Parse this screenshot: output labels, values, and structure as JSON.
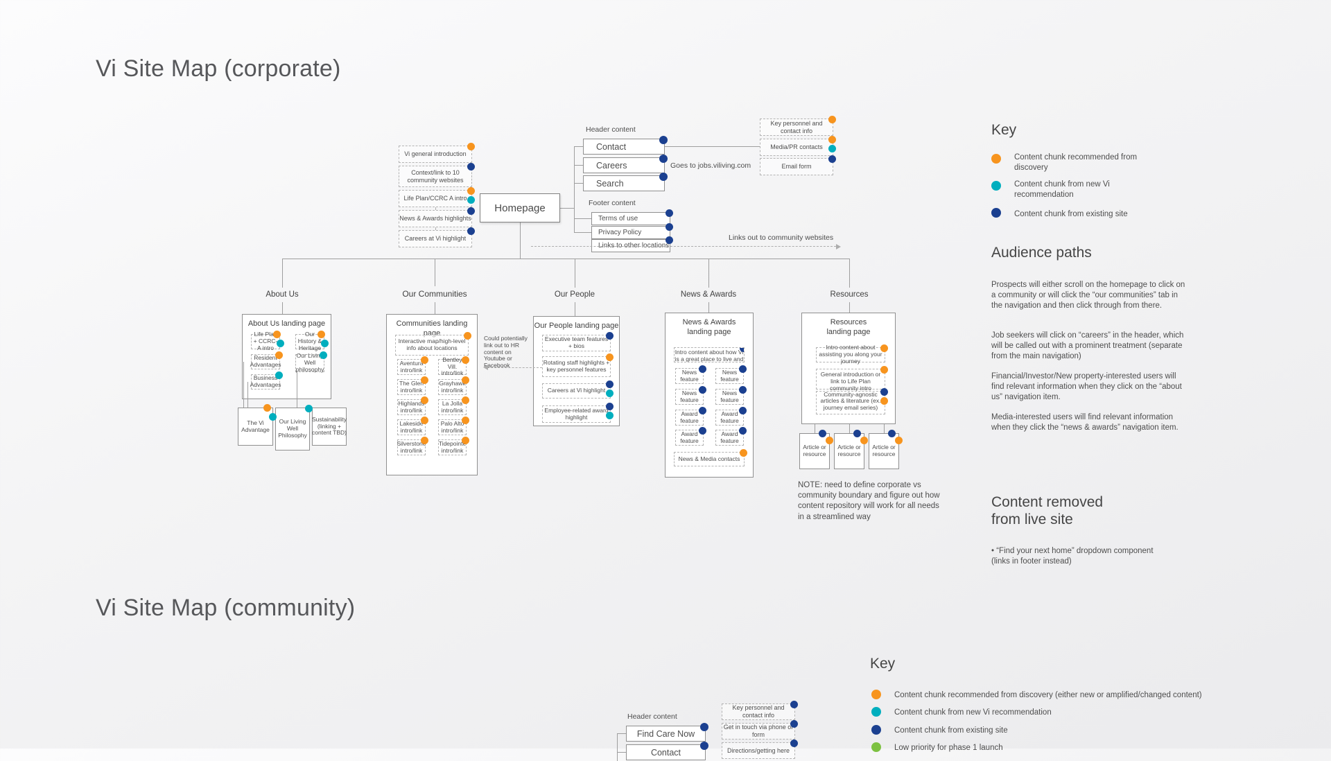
{
  "palette": {
    "orange": "#F7941E",
    "teal": "#00AEBE",
    "navy": "#1B4090",
    "green": "#7DC142"
  },
  "corporate": {
    "title": "Vi Site Map (corporate)",
    "homepage": "Homepage",
    "left_chunks": [
      "Vi general introduction",
      "Context/link to 10 community websites",
      "Life Plan/CCRC A intro",
      "News & Awards highlights",
      "Careers at Vi highlight"
    ],
    "header": {
      "label": "Header content",
      "items": [
        "Contact",
        "Careers",
        "Search"
      ],
      "careers_note": "Goes to jobs.viliving.com"
    },
    "contact_chunks": [
      "Key personnel and contact info",
      "Media/PR contacts",
      "Email form"
    ],
    "footer": {
      "label": "Footer content",
      "items": [
        "Terms of use",
        "Privacy Policy",
        "Links to other locations"
      ],
      "links_out_note": "Links out to community websites"
    },
    "sections": {
      "about": {
        "nav": "About Us",
        "landing": "About Us landing page",
        "chunks": [
          "Life Plan + CCRC-A intro",
          "Our History & Heritage",
          "Resident Advantages",
          "Our Living Well philosophy",
          "Business Advantages"
        ],
        "pages": [
          "The Vi Advantage",
          "Our Living Well Philosophy",
          "Sustainability (linking + content TBD)"
        ]
      },
      "communities": {
        "nav": "Our Communities",
        "landing": "Communities landing page",
        "intro": "Interactive map/high-level info about locations",
        "chunks": [
          "Aventura intro/link",
          "Bentley Vill. intro/link",
          "The Glen intro/link",
          "Grayhawk intro/link",
          "Highlands intro/link",
          "La Jolla intro/link",
          "Lakeside intro/link",
          "Palo Alto intro/link",
          "Silverstone intro/link",
          "Tidepointe intro/link"
        ]
      },
      "people": {
        "nav": "Our People",
        "landing": "Our People landing page",
        "chunks": [
          "Executive team features + bios",
          "Rotating staff highlights + key personnel features",
          "Careers at Vi highlight",
          "Employee-related award highlight"
        ],
        "annotation": "Could potentially link out to HR content on Youtube or Facebook"
      },
      "news": {
        "nav": "News & Awards",
        "landing": "News & Awards landing page",
        "intro": "Intro content about how Vi is a great place to live and work",
        "chunks": [
          "News feature",
          "News feature",
          "News feature",
          "News feature",
          "Award feature",
          "Award feature",
          "Award feature",
          "Award feature"
        ],
        "contacts": "News & Media contacts"
      },
      "resources": {
        "nav": "Resources",
        "landing": "Resources landing page",
        "chunks": [
          "Intro content about assisting you along your journey",
          "General introduction or link to Life Plan community intro",
          "Community-agnostic articles & literature (ex. journey email series)"
        ],
        "pages": [
          "Article or resource",
          "Article or resource",
          "Article or resource"
        ]
      }
    },
    "note": "NOTE: need to define corporate vs community boundary and figure out how content repository will work for all needs in a streamlined way",
    "key": {
      "title": "Key",
      "items": [
        {
          "color": "orange",
          "label": "Content chunk recommended from discovery"
        },
        {
          "color": "teal",
          "label": "Content chunk from new Vi recommendation"
        },
        {
          "color": "navy",
          "label": "Content chunk from existing site"
        }
      ]
    },
    "audience": {
      "title": "Audience paths",
      "paragraphs": [
        "Prospects will either scroll on the homepage to click on a community or will click the “our communities” tab in the navigation and then click through from there.",
        "Job seekers will click on “careers” in the header, which will be called out with a prominent treatment (separate from the main navigation)",
        "Financial/Investor/New property-interested users will find relevant information when they click on the “about us” navigation item.",
        "Media-interested users will find relevant information when they click the “news & awards” navigation item."
      ]
    },
    "removed": {
      "title": "Content removed from live site",
      "bullet": "• “Find your next home” dropdown component (links in footer instead)"
    }
  },
  "community": {
    "title": "Vi Site Map (community)",
    "key": {
      "title": "Key",
      "items": [
        {
          "color": "orange",
          "label": "Content chunk recommended from discovery (either new or amplified/changed content)"
        },
        {
          "color": "teal",
          "label": "Content chunk from new Vi recommendation"
        },
        {
          "color": "navy",
          "label": "Content chunk from existing site"
        },
        {
          "color": "green",
          "label": "Low priority for phase 1 launch"
        }
      ]
    },
    "header": {
      "label": "Header content",
      "items": [
        "Find Care Now",
        "Contact"
      ]
    },
    "contact_chunks": [
      "Key personnel and contact info",
      "Get in touch via phone or form",
      "Directions/getting here"
    ]
  }
}
